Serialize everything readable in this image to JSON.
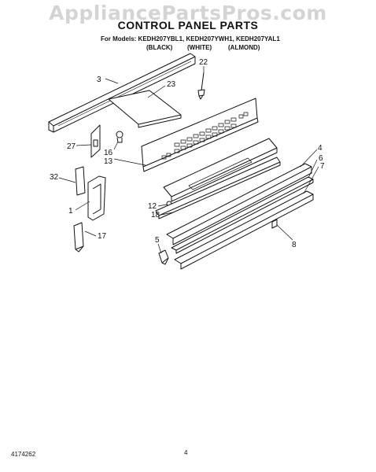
{
  "header": {
    "watermark": "AppliancePartsPros.com",
    "title": "CONTROL PANEL PARTS",
    "models": "For Models: KEDH207YBL1, KEDH207YWH1, KEDH207YAL1",
    "colors": [
      "(BLACK)",
      "(WHITE)",
      "(ALMOND)"
    ]
  },
  "callouts": [
    "22",
    "3",
    "23",
    "27",
    "16",
    "13",
    "32",
    "12",
    "18",
    "1",
    "17",
    "4",
    "6",
    "7",
    "8",
    "5"
  ],
  "footer": {
    "page_number": "4",
    "document_number": "4174262"
  }
}
